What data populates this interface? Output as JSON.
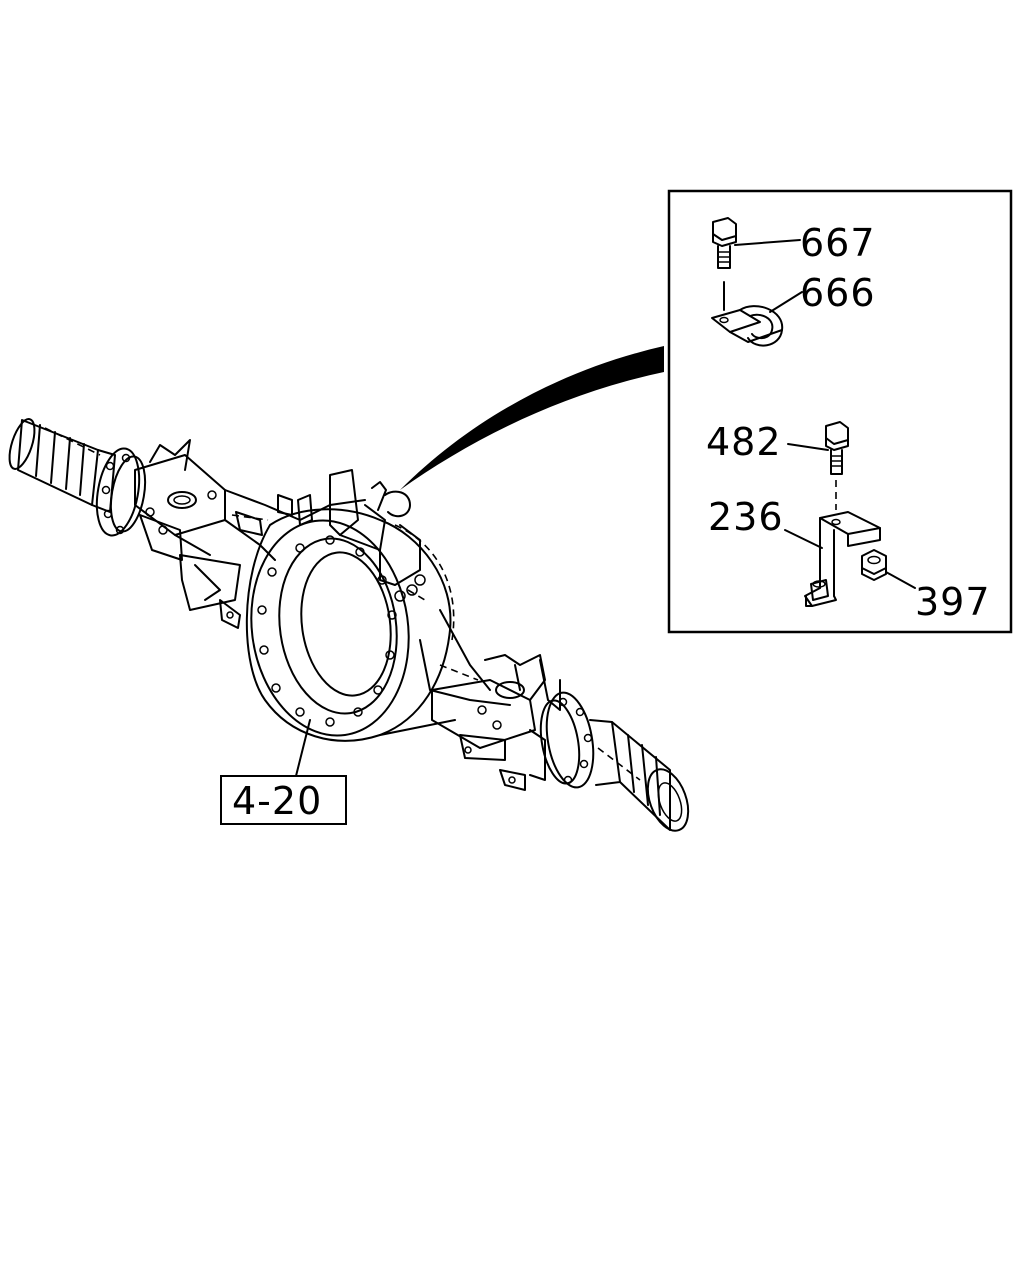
{
  "callouts": {
    "main_assembly": "4-20",
    "bolt_upper": "667",
    "clip": "666",
    "bolt_lower": "482",
    "bracket": "236",
    "nut": "397"
  }
}
